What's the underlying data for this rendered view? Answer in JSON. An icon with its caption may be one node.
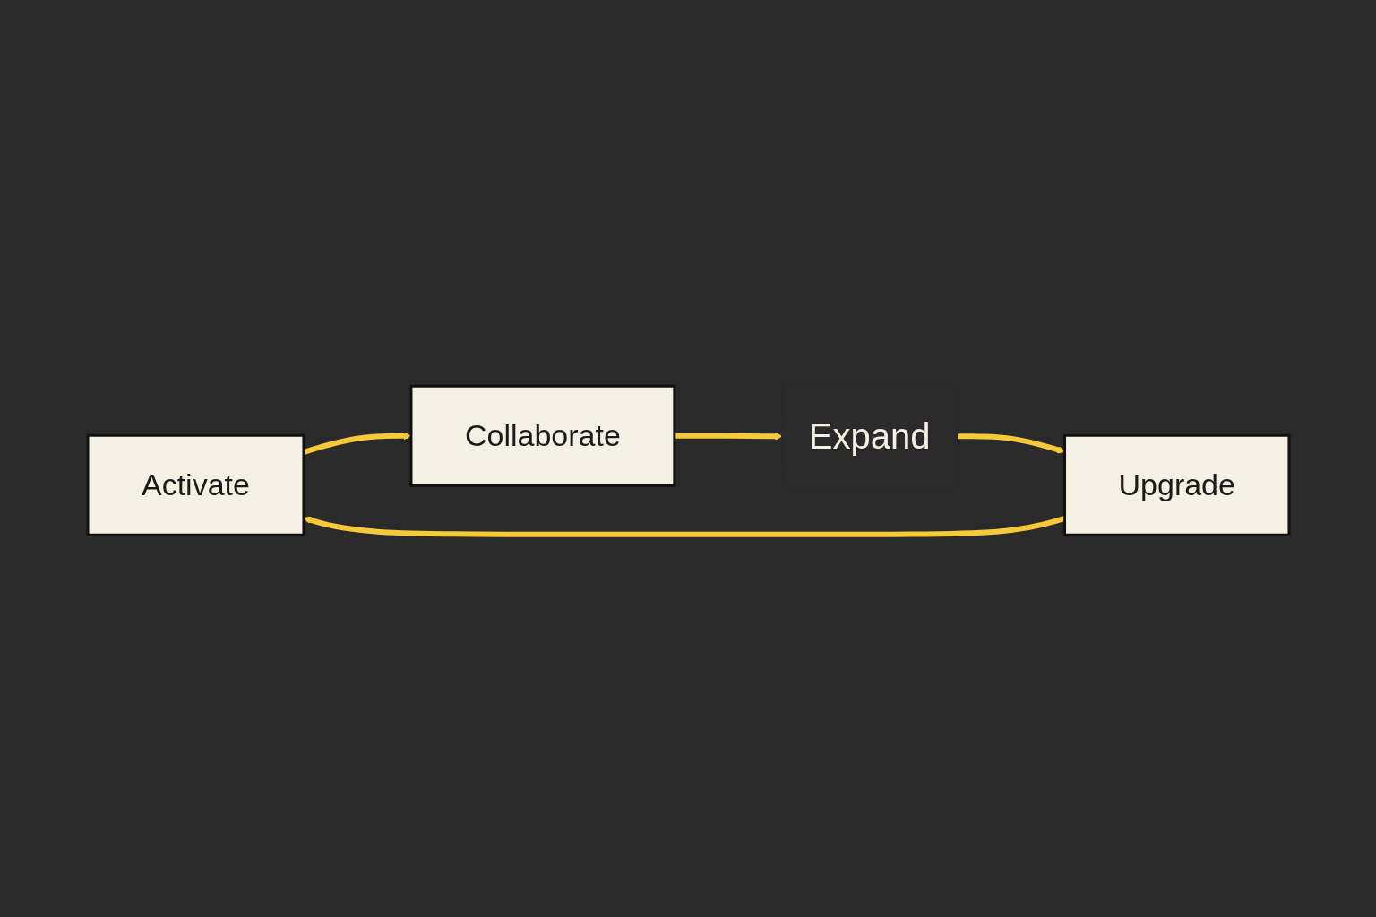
{
  "diagram": {
    "nodes": [
      {
        "text": [
          "Activate"
        ]
      },
      {
        "text": [
          "Collaborate"
        ]
      },
      {
        "text": [
          "Expand"
        ]
      },
      {
        "text": [
          "Upgrade"
        ]
      }
    ],
    "edges": [
      {
        "from": 0,
        "to": 1,
        "arrow": "to"
      },
      {
        "from": 1,
        "to": 2,
        "arrow": "to"
      },
      {
        "from": 2,
        "to": 3,
        "arrow": "to"
      },
      {
        "from": 3,
        "to": 0,
        "arrow": "to"
      }
    ]
  }
}
